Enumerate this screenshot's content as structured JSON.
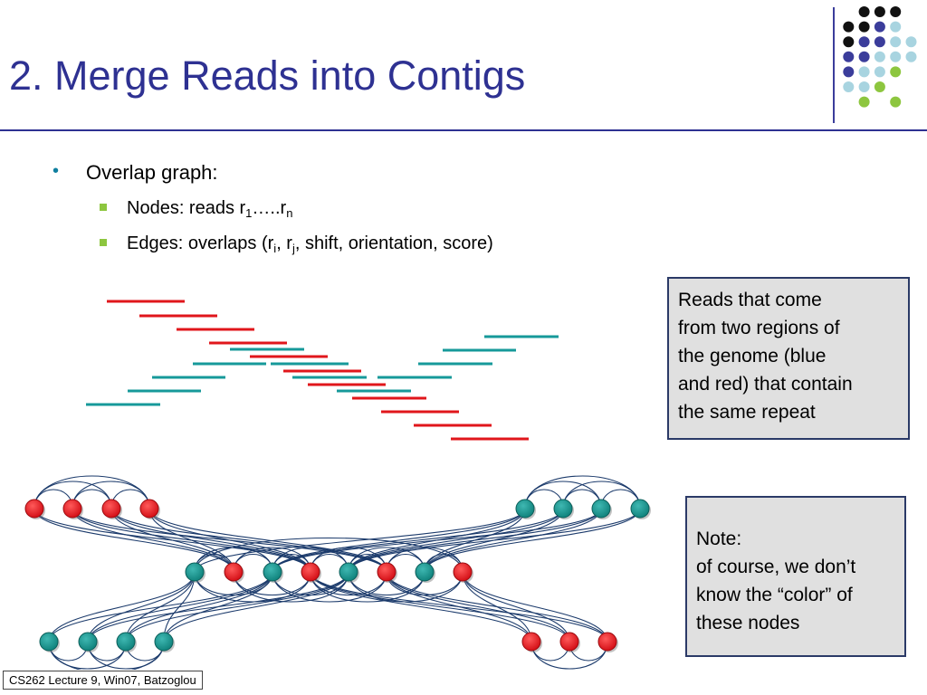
{
  "title": "2. Merge Reads into Contigs",
  "bullets": {
    "main": "Overlap graph:",
    "sub1": {
      "text": "Nodes: reads r",
      "s1": "1",
      "mid": "…..r",
      "s2": "n"
    },
    "sub2": {
      "t1": "Edges: overlaps (r",
      "s1": "i",
      "t2": ", r",
      "s2": "j",
      "t3": ", shift, orientation, score)"
    }
  },
  "note1": {
    "lines": [
      "Reads that come",
      "from two regions of",
      "the genome (blue",
      "and red) that contain",
      "the same repeat"
    ]
  },
  "note2": {
    "lines": [
      "Note:",
      "of course, we don’t",
      "know the “color” of",
      "these nodes"
    ]
  },
  "footer": "CS262 Lecture 9, Win07, Batzoglou",
  "colors": {
    "title": "#2e3192",
    "red_read": "#e0161b",
    "blue_read": "#16999a",
    "red_node": "#ee1c25",
    "blue_node": "#14958f",
    "edge": "#1b3a6b",
    "dot_black": "#111111",
    "dot_purple": "#3b3d9b",
    "dot_lightblue": "#a8d4e0",
    "dot_green": "#8dc63f"
  }
}
